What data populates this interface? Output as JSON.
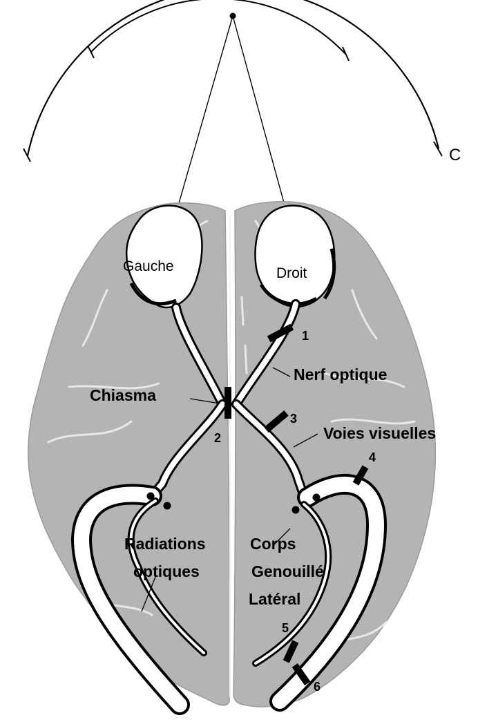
{
  "labels": {
    "field_letter": "C",
    "left_eye": "Gauche",
    "right_eye": "Droit",
    "optic_nerve": "Nerf optique",
    "chiasma": "Chiasma",
    "visual_pathways": "Voies visuelles",
    "optic_radiations_1": "Radiations",
    "optic_radiations_2": "optiques",
    "lgn_1": "Corps",
    "lgn_2": "Genouillé",
    "lgn_3": "Latéral"
  },
  "lesion_numbers": [
    "1",
    "2",
    "3",
    "4",
    "5",
    "6"
  ],
  "colors": {
    "brain_fill": "#b4b4b4",
    "brain_sulci": "#e8e8e8",
    "eye_fill": "#ffffff",
    "line": "#000000",
    "background": "#ffffff"
  }
}
